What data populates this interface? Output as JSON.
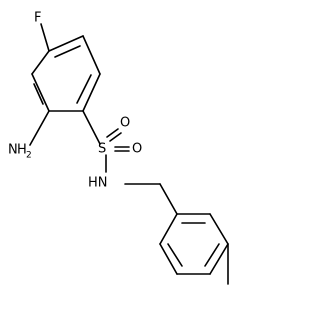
{
  "structure": {
    "atoms": {
      "F": "F",
      "NH2_main": "H",
      "NH2_sub": "2",
      "NH2_N": "N",
      "S": "S",
      "O_top": "O",
      "O_side": "O",
      "NH": "HN"
    },
    "colors": {
      "bond": "#000000",
      "text": "#000000",
      "background": "#ffffff"
    }
  }
}
